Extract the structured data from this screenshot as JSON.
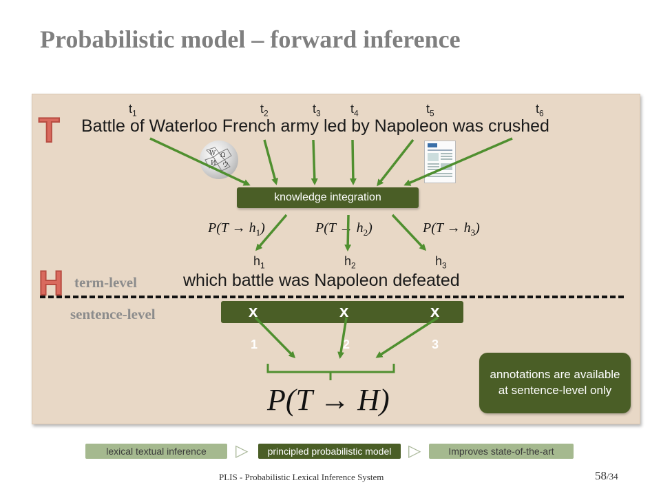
{
  "title": "Probabilistic model – forward inference",
  "text_label": "T",
  "hypothesis_label": "H",
  "text_terms": [
    {
      "base": "t",
      "sub": "1"
    },
    {
      "base": "t",
      "sub": "2"
    },
    {
      "base": "t",
      "sub": "3"
    },
    {
      "base": "t",
      "sub": "4"
    },
    {
      "base": "t",
      "sub": "5"
    },
    {
      "base": "t",
      "sub": "6"
    }
  ],
  "text_sentence": "Battle of Waterloo French army led by Napoleon was crushed",
  "knowledge_box": "knowledge integration",
  "term_probabilities": [
    {
      "expr": "P(T → h",
      "sub": "1",
      "close": ")"
    },
    {
      "expr": "P(T → h",
      "sub": "2",
      "close": ")"
    },
    {
      "expr": "P(T → h",
      "sub": "3",
      "close": ")"
    }
  ],
  "hypothesis_terms": [
    {
      "base": "h",
      "sub": "1"
    },
    {
      "base": "h",
      "sub": "2"
    },
    {
      "base": "h",
      "sub": "3"
    }
  ],
  "hypothesis_sentence": "which battle was Napoleon defeated",
  "term_level": "term-level",
  "sentence_level": "sentence-level",
  "x_marks": [
    "x",
    "x",
    "x"
  ],
  "numbers": [
    "1",
    "2",
    "3"
  ],
  "final_probability": "P(T → H)",
  "annotation": "annotations are available at sentence-level only",
  "icons": {
    "wiki": "wikipedia-globe-icon",
    "doc": "document-icon"
  },
  "nav": {
    "items": [
      "lexical textual inference",
      "principled probabilistic model",
      "Improves state-of-the-art"
    ],
    "arrow": "▷"
  },
  "footer": "PLIS - Probabilistic Lexical Inference System",
  "page": "58",
  "page_total": "/34",
  "colors": {
    "accent_green": "#4a5e26",
    "arrow_green": "#4f8f2f",
    "panel": "#e8d8c6",
    "title_gray": "#7f7f7f",
    "letter_red": "#d96a5e"
  }
}
